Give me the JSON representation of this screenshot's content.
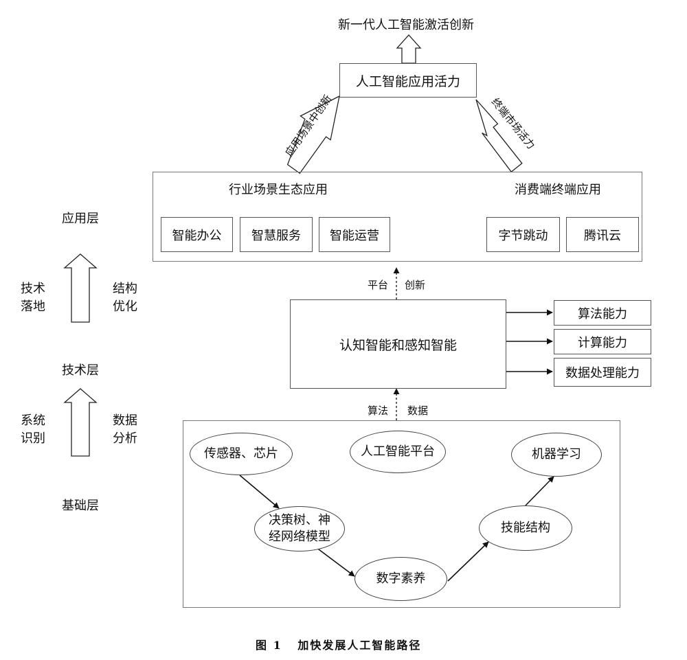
{
  "top_goal": "新一代人工智能激活创新",
  "top_box": "人工智能应用活力",
  "left_arrow_label": "应用场景中创新",
  "right_arrow_label": "终端市场活力",
  "app_panel": {
    "industry_title": "行业场景生态应用",
    "consumer_title": "消费端终端应用",
    "industry_items": [
      "智能办公",
      "智慧服务",
      "智能运营"
    ],
    "consumer_items": [
      "字节跳动",
      "腾讯云"
    ]
  },
  "mid_connector": {
    "left": "平台",
    "right": "创新"
  },
  "cognitive_box": "认知智能和感知智能",
  "capabilities": [
    "算法能力",
    "计算能力",
    "数据处理能力"
  ],
  "bottom_connector": {
    "left": "算法",
    "right": "数据"
  },
  "base_panel": {
    "nodes": {
      "sensor": "传感器、芯片",
      "platform": "人工智能平台",
      "ml": "机器学习",
      "decision_line1": "决策树、神",
      "decision_line2": "经网络模型",
      "digital": "数字素养",
      "skill": "技能结构"
    }
  },
  "layers": {
    "application": "应用层",
    "technology": "技术层",
    "foundation": "基础层",
    "upper_left": "技术\n落地",
    "upper_right": "结构\n优化",
    "lower_left": "系统\n识别",
    "lower_right": "数据\n分析"
  },
  "caption": "图 1   加快发展人工智能路径"
}
